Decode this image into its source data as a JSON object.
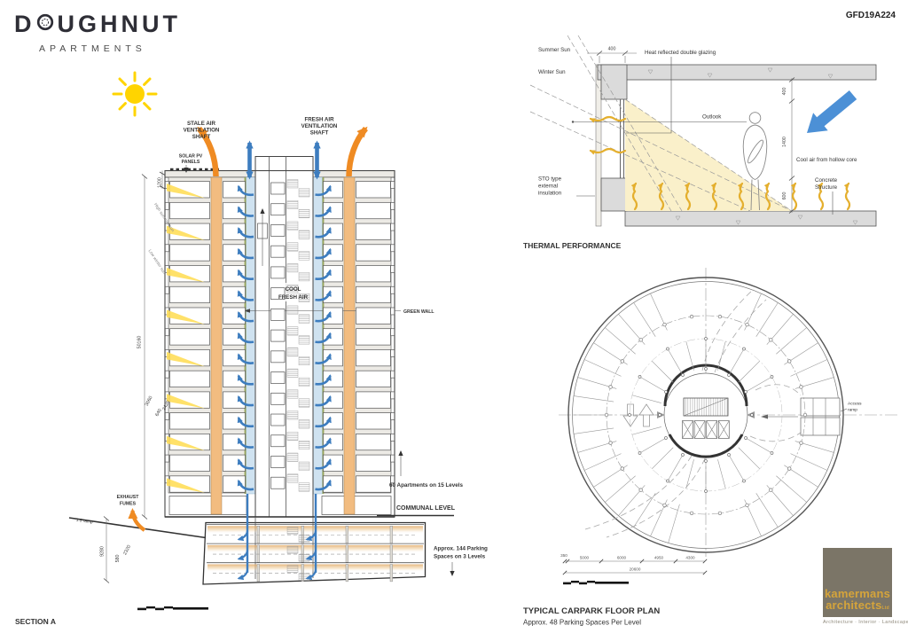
{
  "header": {
    "logo_d": "D",
    "logo_rest": "UGHNUT",
    "logo_sub": "APARTMENTS",
    "sheet_no": "GFD19A224"
  },
  "section": {
    "title": "SECTION A",
    "stale_1": "STALE AIR",
    "stale_2": "VENTILATION",
    "stale_3": "SHAFT",
    "fresh_1": "FRESH AIR",
    "fresh_2": "VENTILATION",
    "fresh_3": "SHAFT",
    "solar_1": "SOLAR PV",
    "solar_2": "PANELS",
    "high_summer_sun": "High summer sun",
    "low_winter_sun": "Low winter sun",
    "cool_1": "COOL",
    "cool_2": "FRESH AIR",
    "green_wall": "GREEN WALL",
    "apartments_note": "60 Apartments on 15 Levels",
    "communal_level": "COMMUNAL LEVEL",
    "parking_1": "Approx. 144 Parking",
    "parking_2": "Spaces on 3 Levels",
    "exhaust_1": "EXHAUST",
    "exhaust_2": "FUMES",
    "ramp_note": "1:5 ramp",
    "dim_1200": "1200",
    "dim_50160": "50160",
    "dim_3060": "3060",
    "dim_640": "640",
    "dim_2420": "2420",
    "dim_9280": "9280",
    "dim_580": "580",
    "dim_2320": "2320"
  },
  "thermal": {
    "title": "THERMAL PERFORMANCE",
    "summer_sun": "Summer Sun",
    "winter_sun": "Winter Sun",
    "dim_top_400": "400",
    "glazing": "Heat reflected double glazing",
    "outlook": "Outlook",
    "sto_1": "STO type",
    "sto_2": "external",
    "sto_3": "insulation",
    "cool_air": "Cool air from hollow core",
    "concrete_1": "Concrete",
    "concrete_2": "Structure",
    "dim_400": "400",
    "dim_1400": "1400",
    "dim_600": "600"
  },
  "carpark": {
    "title": "TYPICAL CARPARK FLOOR PLAN",
    "subtitle": "Approx. 48 Parking Spaces Per Level",
    "access_1": "Access",
    "access_2": "ramp",
    "dim_350": "350",
    "dim_5000": "5000",
    "dim_6000": "6000",
    "dim_4950": "4950",
    "dim_4300": "4300",
    "dim_total": "20600"
  },
  "firm": {
    "name_1": "kamermans",
    "name_2": "architects",
    "suffix": "Ltd",
    "tagline": "Architecture · Interior · Landscape"
  },
  "colors": {
    "orange": "#EF8B23",
    "blue": "#3D7DBF",
    "light_blue": "#CFE2F0",
    "shaft_tan": "#F2BC80",
    "sun_yellow": "#FFD400",
    "sun_wedge": "#FFDE59",
    "pale_sun": "#FAF0CA",
    "green_wall": "#98A55B",
    "concrete": "#DBDBDB",
    "heat_gold": "#E4AF2E",
    "logo_square": "#7B7567",
    "logo_text": "#D5A43B"
  }
}
